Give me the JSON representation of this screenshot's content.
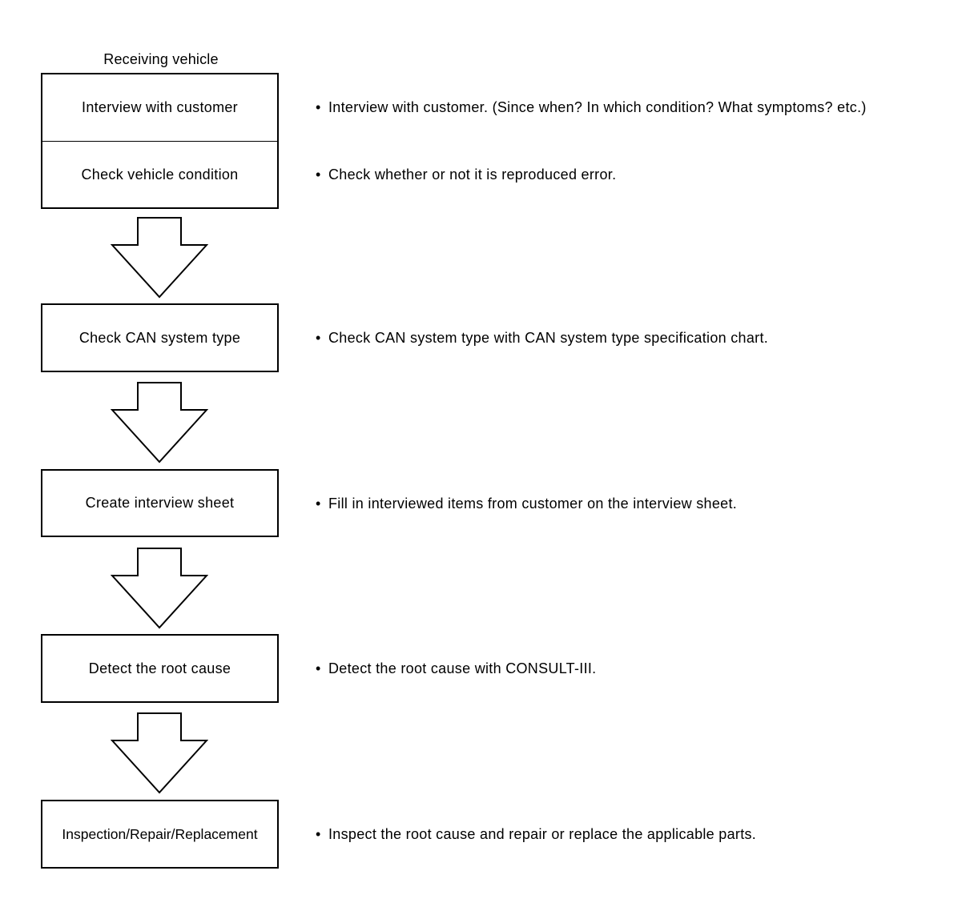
{
  "caption": "Receiving vehicle",
  "steps": [
    {
      "label": "Interview with customer",
      "note": "Interview with customer. (Since when? In which condition? What symptoms? etc.)"
    },
    {
      "label": "Check vehicle condition",
      "note": "Check whether or not it is reproduced error."
    },
    {
      "label": "Check CAN system type",
      "note": "Check CAN system type with CAN system type specification chart."
    },
    {
      "label": "Create interview sheet",
      "note": "Fill in interviewed items from customer on the interview sheet."
    },
    {
      "label": "Detect the root cause",
      "note": "Detect the root cause with CONSULT-III."
    },
    {
      "label": "Inspection/Repair/Replacement",
      "note": "Inspect the root cause and repair or replace the applicable parts."
    }
  ],
  "bullet_glyph": "•"
}
